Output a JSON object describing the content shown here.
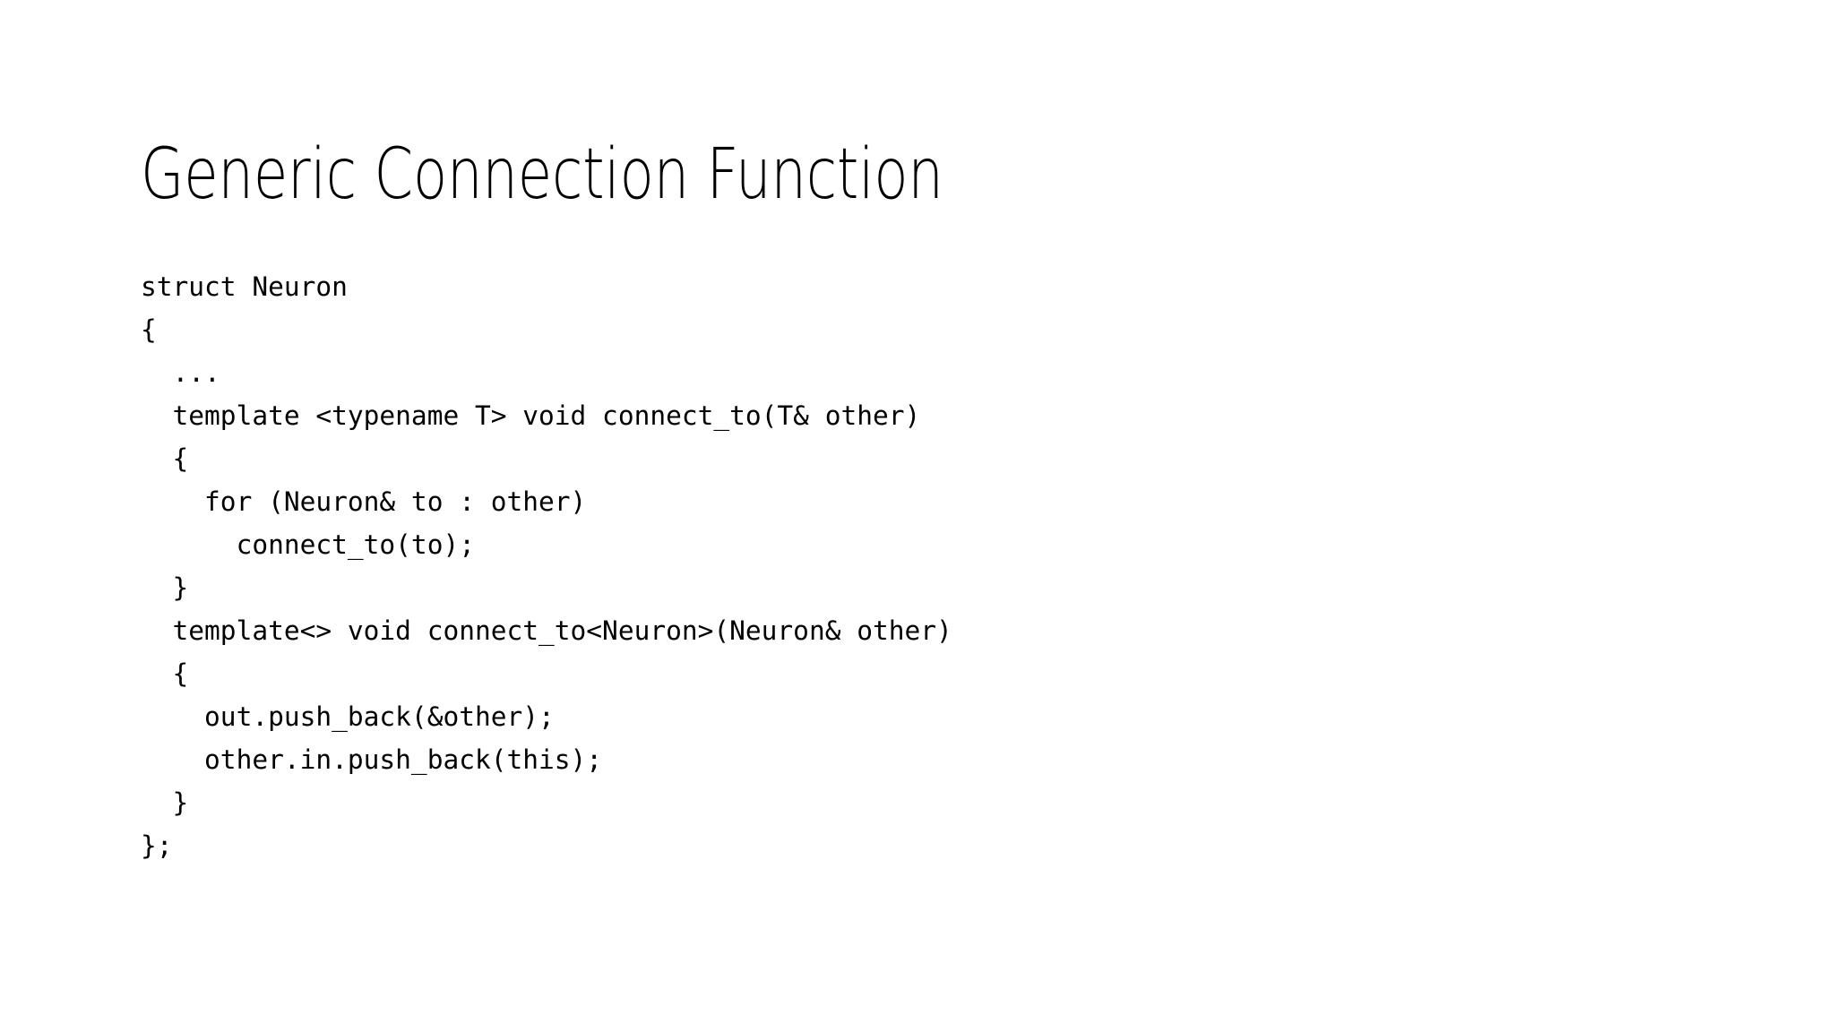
{
  "slide": {
    "title": "Generic Connection Function",
    "background_color": "#ffffff",
    "text_color": "#000000"
  },
  "code": {
    "language": "cpp",
    "lines": [
      "struct Neuron",
      "{",
      "  ...",
      "  template <typename T> void connect_to(T& other)",
      "  {",
      "    for (Neuron& to : other)",
      "      connect_to(to);",
      "  }",
      "  template<> void connect_to<Neuron>(Neuron& other)",
      "  {",
      "    out.push_back(&other);",
      "    other.in.push_back(this);",
      "  }",
      "};"
    ]
  }
}
